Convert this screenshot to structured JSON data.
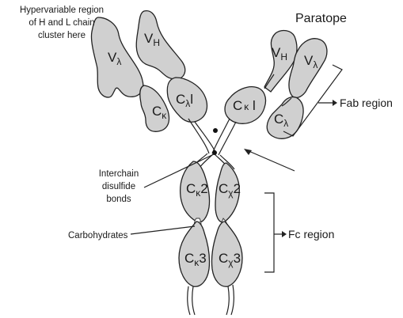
{
  "labels": {
    "hypervariable": [
      "Hypervariable region",
      "of H and L chain",
      "cluster here"
    ],
    "paratope": "Paratope",
    "fab_region": "Fab region",
    "interchain": [
      "Interchain",
      "disulfide",
      "bonds"
    ],
    "carbohydrates": "Carbohydrates",
    "fc_region": "Fc region"
  },
  "domains": {
    "left_vl": {
      "main": "V",
      "sub": "λ"
    },
    "left_vh": {
      "main": "V",
      "sub": "H"
    },
    "left_ck": {
      "main": "C",
      "sub": "κ"
    },
    "left_cl1": {
      "main": "C",
      "sub": "λ",
      "suffix": "l"
    },
    "right_ck1": {
      "main": "C",
      "mid": "κ",
      "suffix": " l"
    },
    "right_vh": {
      "main": "V",
      "sub": "H"
    },
    "right_vl": {
      "main": "V",
      "sub": "λ"
    },
    "right_cl": {
      "main": "C",
      "sub": "λ"
    },
    "left_ck2": {
      "main": "C",
      "sub": "κ",
      "suffix": "2"
    },
    "right_cx2": {
      "main": "C",
      "sub": "χ",
      "suffix": "2"
    },
    "left_ck3": {
      "main": "C",
      "sub": "κ",
      "suffix": "3"
    },
    "right_cx3": {
      "main": "C",
      "sub": "χ",
      "suffix": "3"
    }
  }
}
